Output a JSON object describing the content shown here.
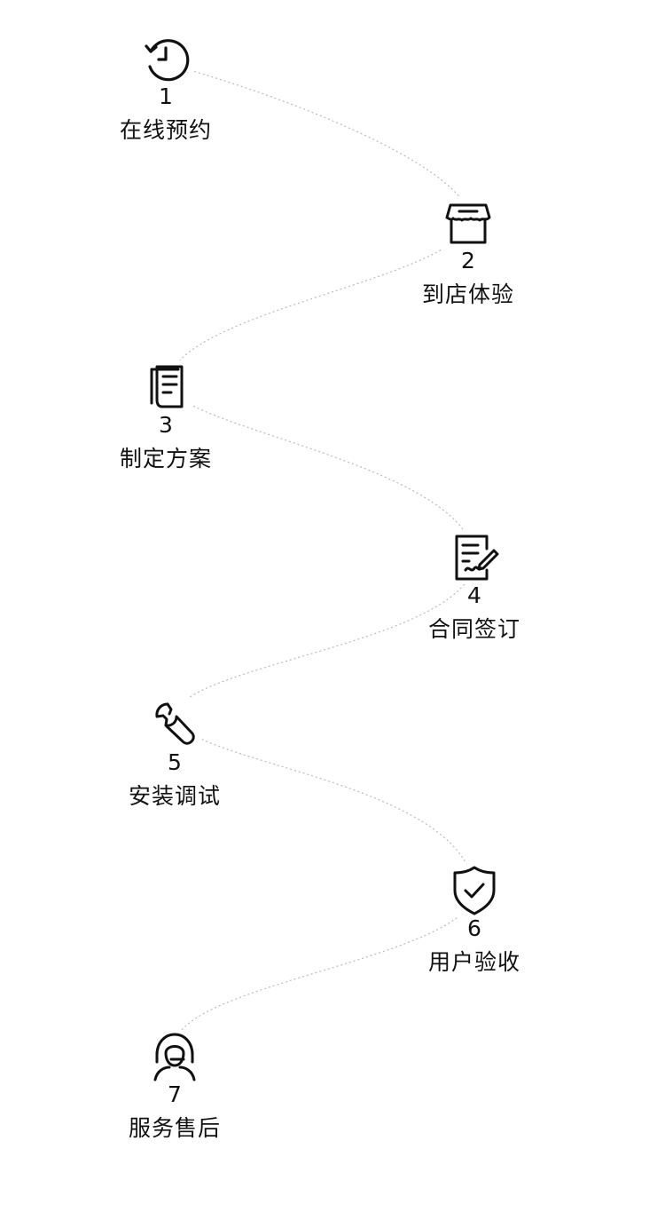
{
  "steps": [
    {
      "number": "1",
      "label": "在线预约",
      "icon": "clock-history-icon"
    },
    {
      "number": "2",
      "label": "到店体验",
      "icon": "storefront-icon"
    },
    {
      "number": "3",
      "label": "制定方案",
      "icon": "document-list-icon"
    },
    {
      "number": "4",
      "label": "合同签订",
      "icon": "contract-sign-icon"
    },
    {
      "number": "5",
      "label": "安装调试",
      "icon": "wrench-icon"
    },
    {
      "number": "6",
      "label": "用户验收",
      "icon": "shield-check-icon"
    },
    {
      "number": "7",
      "label": "服务售后",
      "icon": "customer-service-icon"
    }
  ],
  "colors": {
    "text": "#111111",
    "icon_stroke": "#111111",
    "connector": "#bbbbbb",
    "background": "#ffffff"
  }
}
